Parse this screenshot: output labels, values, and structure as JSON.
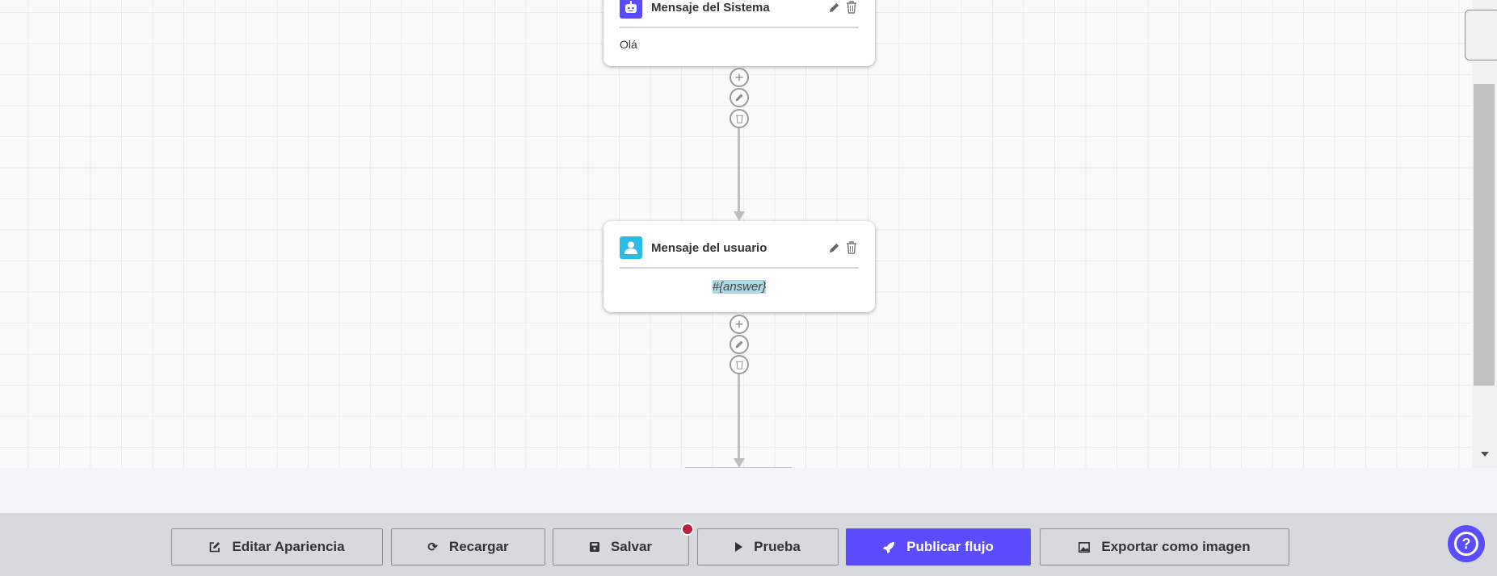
{
  "nodes": [
    {
      "type": "system",
      "title": "Mensaje del Sistema",
      "body": "Olá",
      "icon": "robot-icon",
      "icon_color": "#5b4dff"
    },
    {
      "type": "user",
      "title": "Mensaje del usuario",
      "body": "#{answer}",
      "icon": "user-icon",
      "icon_color": "#2bbbe8",
      "body_highlight": "#add8e6"
    }
  ],
  "toolbar": {
    "edit_appearance": "Editar Apariencia",
    "reload": "Recargar",
    "save": "Salvar",
    "test": "Prueba",
    "publish": "Publicar flujo",
    "export": "Exportar como imagen",
    "unsaved_dot_color": "#b81f3a",
    "primary_color": "#5b4dff"
  },
  "help": {
    "icon": "question-icon"
  }
}
